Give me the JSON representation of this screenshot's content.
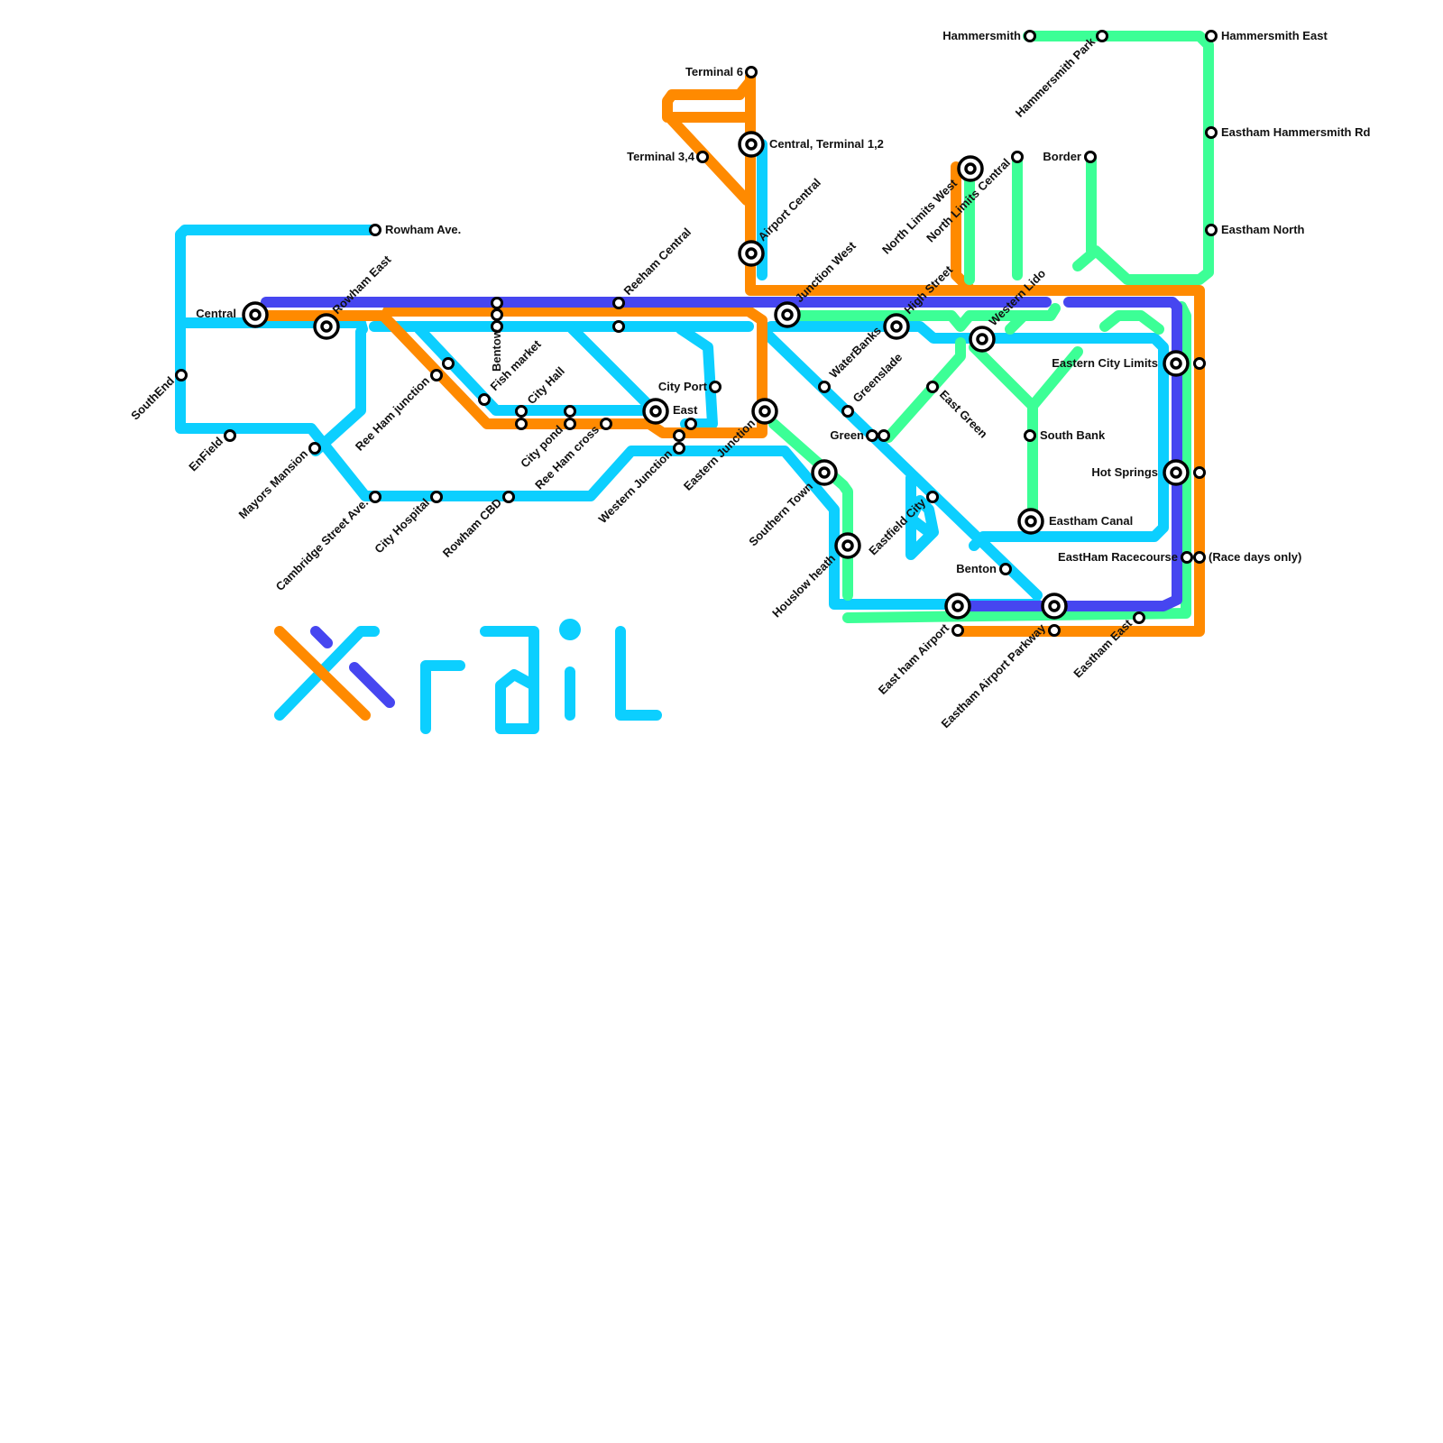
{
  "colors": {
    "cyan": "#0ccfff",
    "orange": "#ff8a00",
    "green": "#3cff96",
    "blue": "#4646f0",
    "background": "#ffffff"
  },
  "stations": {
    "rowham_ave": "Rowham Ave.",
    "central": "Central",
    "rowham_east": "Rowham East",
    "southend": "SouthEnd",
    "enfield": "EnField",
    "mayors_mansion": "Mayors Mansion",
    "cambridge_street": "Cambridge Street Ave.",
    "city_hospital": "City Hospital",
    "rowham_cbd": "Rowham CBD",
    "ree_ham_junction": "Ree Ham junction",
    "fish_market": "Fish market",
    "bentow": "Bentow",
    "city_hall": "City Hall",
    "city_pond": "City pond",
    "ree_ham_cross": "Ree Ham cross",
    "reeham_central": "Reeham Central",
    "east": "East",
    "western_junction": "Western Junction",
    "city_port": "City Port",
    "eastern_junction": "Eastern Junction",
    "terminal_6": "Terminal 6",
    "terminal_34": "Terminal 3,4",
    "central_terminal_12": "Central, Terminal 1,2",
    "airport_central": "Airport Central",
    "junction_west": "Junction West",
    "waterbanks": "WaterBanks",
    "greenslade": "Greenslade",
    "green": "Green",
    "southern_town": "Southern Town",
    "houslow_heath": "Houslow heath",
    "eastfield_city": "Eastfield City",
    "high_street": "High Street",
    "east_green": "East Green",
    "north_limits_west": "North Limits West",
    "north_limits_central": "North Limits Central",
    "western_lido": "Western Lido",
    "border": "Border",
    "hammersmith": "Hammersmith",
    "hammersmith_park": "Hammersmith Park",
    "hammersmith_east": "Hammersmith East",
    "eastham_hammersmith_rd": "Eastham Hammersmith Rd",
    "eastham_north": "Eastham North",
    "eastern_city_limits": "Eastern City Limits",
    "south_bank": "South Bank",
    "hot_springs": "Hot Springs",
    "eastham_canal": "Eastham Canal",
    "eastham_racecourse": "EastHam Racecourse",
    "race_days_only": "(Race days only)",
    "benton": "Benton",
    "east_ham_airport": "East ham Airport",
    "eastham_airport_parkway": "Eastham Airport Parkway",
    "eastham_east": "Eastham East"
  }
}
